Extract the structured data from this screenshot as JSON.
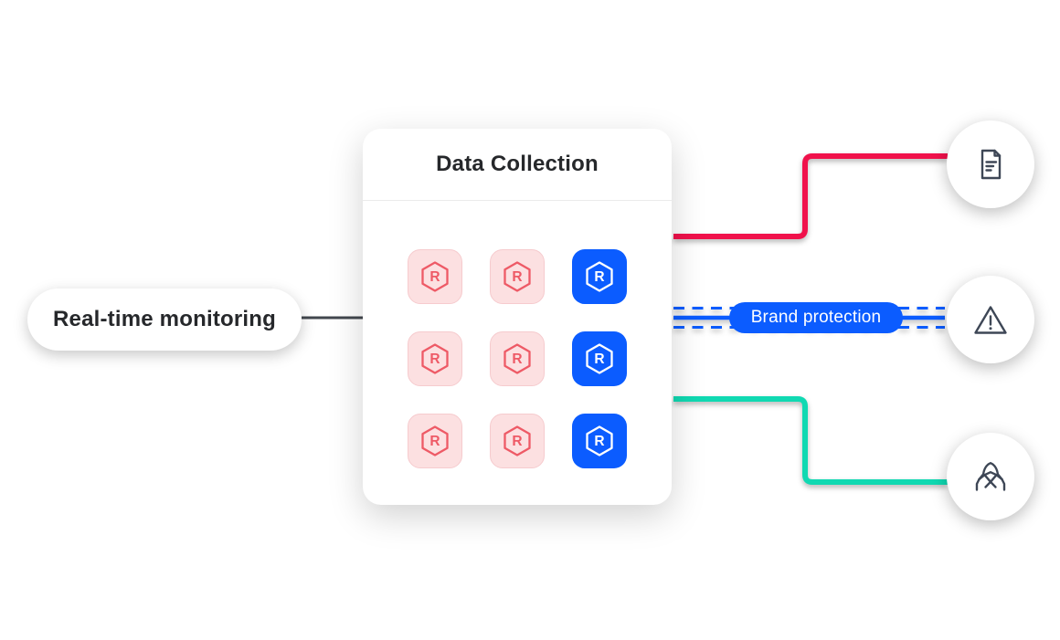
{
  "diagram": {
    "source_label": "Real-time monitoring",
    "card": {
      "title": "Data Collection",
      "tile_glyph": "R",
      "tiles": [
        "pink",
        "pink",
        "blue",
        "pink",
        "pink",
        "blue",
        "pink",
        "pink",
        "blue"
      ]
    },
    "connections": {
      "documents": {
        "style": "solid",
        "color": "red"
      },
      "brand_protection": {
        "label": "Brand protection",
        "style": "solid-with-dashed-rails",
        "color": "blue"
      },
      "threat": {
        "style": "solid",
        "color": "teal"
      }
    },
    "endpoints": [
      {
        "icon": "document-icon"
      },
      {
        "icon": "warning-triangle-icon"
      },
      {
        "icon": "hooded-hacker-icon"
      }
    ]
  },
  "colors": {
    "red": "#F0114B",
    "blue": "#0B5CFF",
    "teal": "#10D9B2",
    "pink-bg": "#FCE0E1",
    "pink-border": "#F6CBCE",
    "pink-stroke": "#EE5A66",
    "connector-dark": "#42474E",
    "icon-stroke": "#3E4756",
    "text-dark": "#26282B",
    "card-bg": "#FFFFFF",
    "divider": "#EBEBEB"
  }
}
